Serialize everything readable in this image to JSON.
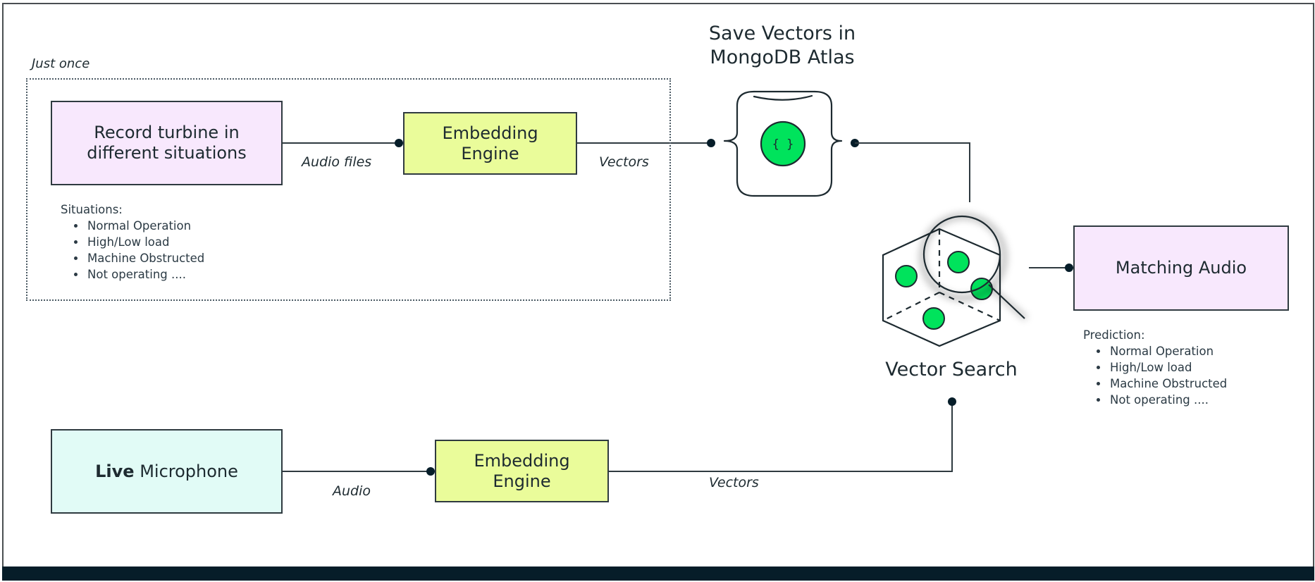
{
  "group": {
    "label": "Just once"
  },
  "record_box": {
    "label": "Record turbine in different situations",
    "line1": "Record turbine in",
    "line2": "different situations"
  },
  "situations": {
    "heading": "Situations:",
    "items": [
      "Normal Operation",
      "High/Low load",
      "Machine Obstructed",
      "Not operating ...."
    ]
  },
  "edges": {
    "audio_files": "Audio files",
    "vectors_top": "Vectors",
    "audio": "Audio",
    "vectors_bottom": "Vectors"
  },
  "embedding_top": {
    "line1": "Embedding",
    "line2": "Engine"
  },
  "embedding_bottom": {
    "line1": "Embedding",
    "line2": "Engine"
  },
  "atlas": {
    "title_line1": "Save Vectors in",
    "title_line2": "MongoDB Atlas",
    "icon": "document-braces-icon",
    "inner_glyph": "{ }"
  },
  "vector_search": {
    "label": "Vector Search",
    "icon": "vector-cube-magnifier-icon"
  },
  "matching_box": {
    "label": "Matching Audio"
  },
  "prediction": {
    "heading": "Prediction:",
    "items": [
      "Normal Operation",
      "High/Low load",
      "Machine Obstructed",
      "Not operating ...."
    ]
  },
  "live_box": {
    "bold": "Live",
    "rest": " Microphone"
  },
  "colors": {
    "pink_box": "#f8e8fd",
    "yellow_box": "#eafc9a",
    "mint_box": "#e1fbf6",
    "accent_green": "#00e35c",
    "line_dark": "#2f3a40",
    "bottom_bar": "#061d29"
  }
}
